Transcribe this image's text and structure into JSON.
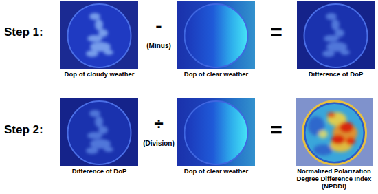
{
  "diagram": {
    "nodes": [
      {
        "text": [
          "Dop of cloudy weather"
        ]
      },
      {
        "text": [
          "Dop of clear weather"
        ]
      },
      {
        "text": [
          "Difference of DoP"
        ]
      },
      {
        "text": [
          "Difference of DoP"
        ]
      },
      {
        "text": [
          "Dop of clear weather"
        ]
      },
      {
        "text": [
          "Normalized Polarization Degree Difference Index (NPDDI)"
        ]
      }
    ],
    "labels": [
      "Step 1:",
      "-",
      "(Minus)",
      "=",
      "Step 2:",
      "÷",
      "(Division)",
      "="
    ]
  }
}
